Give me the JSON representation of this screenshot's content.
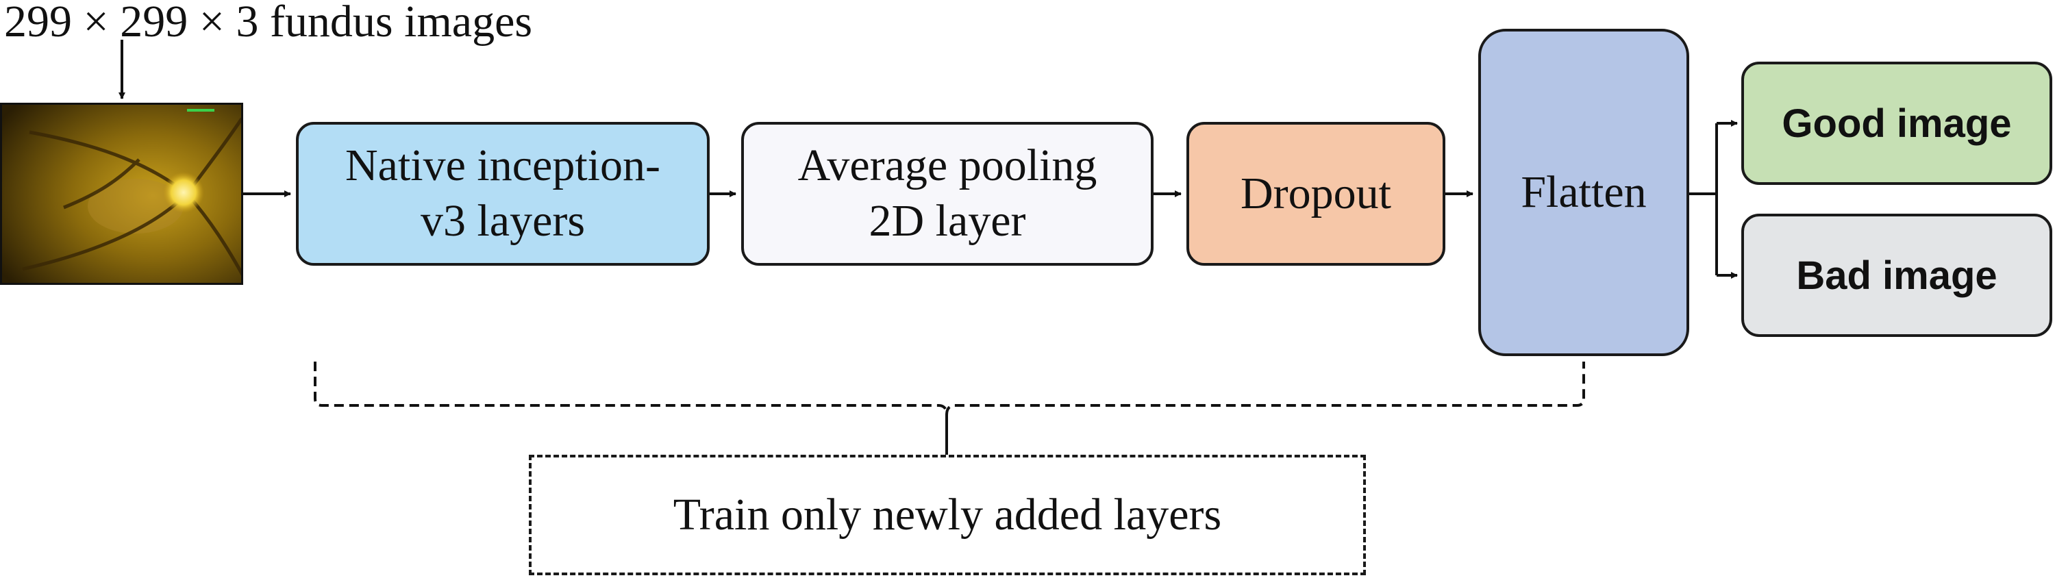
{
  "input_label": "299 × 299 × 3 fundus images",
  "nodes": {
    "inception": {
      "label": "Native inception-\nv3 layers",
      "color": "#b3ddf5"
    },
    "avgpool": {
      "label": "Average pooling\n2D layer",
      "color": "#f7f7fb"
    },
    "dropout": {
      "label": "Dropout",
      "color": "#f6c7a8"
    },
    "flatten": {
      "label": "Flatten",
      "color": "#b4c5e6"
    },
    "good": {
      "label": "Good image",
      "color": "#c6e0b4"
    },
    "bad": {
      "label": "Bad image",
      "color": "#e3e5e7"
    }
  },
  "train_note": "Train only newly added layers"
}
